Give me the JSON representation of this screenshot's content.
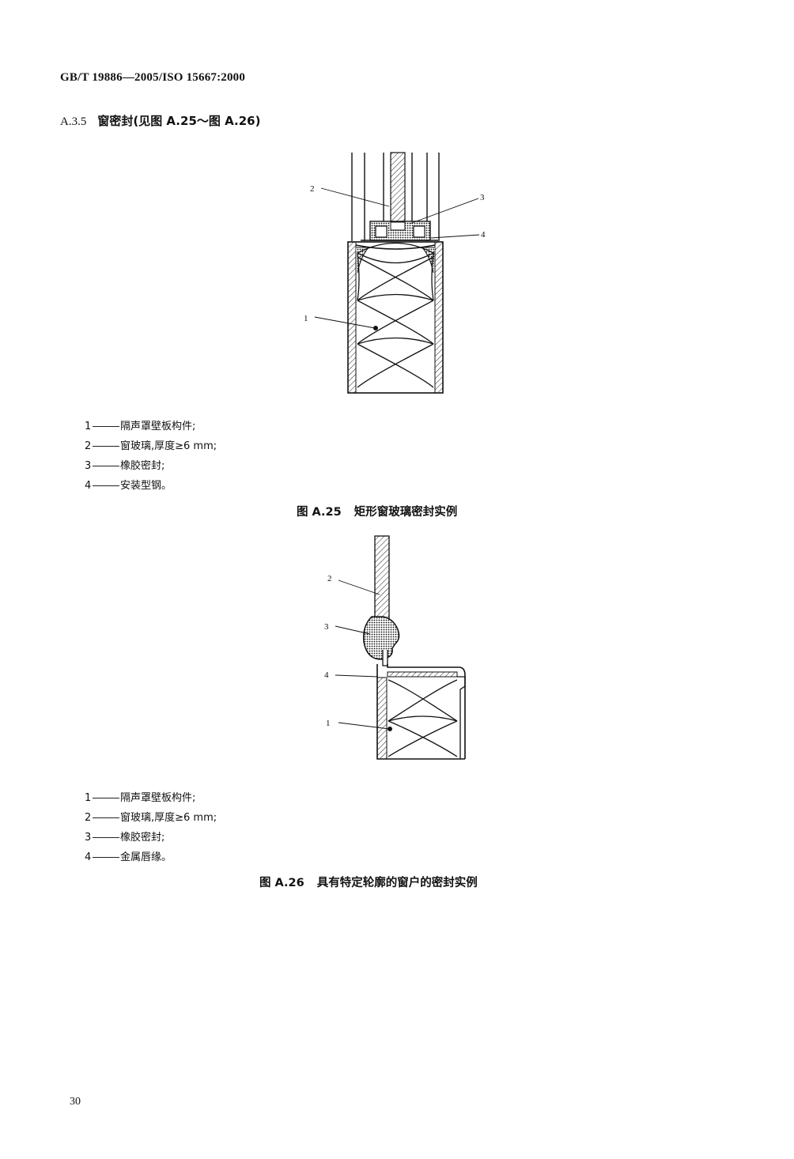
{
  "header": "GB/T 19886—2005/ISO 15667:2000",
  "section": {
    "number": "A.3.5",
    "title": "窗密封(见图 A.25～图 A.26)"
  },
  "figure1": {
    "callouts": [
      "1",
      "2",
      "3",
      "4"
    ],
    "legend": [
      {
        "n": "1",
        "text": "隔声罩壁板构件;"
      },
      {
        "n": "2",
        "text": "窗玻璃,厚度≥6 mm;"
      },
      {
        "n": "3",
        "text": "橡胶密封;"
      },
      {
        "n": "4",
        "text": "安装型钢。"
      }
    ],
    "caption_id": "图 A.25",
    "caption_text": "矩形窗玻璃密封实例"
  },
  "figure2": {
    "callouts": [
      "1",
      "2",
      "3",
      "4"
    ],
    "legend": [
      {
        "n": "1",
        "text": "隔声罩壁板构件;"
      },
      {
        "n": "2",
        "text": "窗玻璃,厚度≥6 mm;"
      },
      {
        "n": "3",
        "text": "橡胶密封;"
      },
      {
        "n": "4",
        "text": "金属唇缘。"
      }
    ],
    "caption_id": "图 A.26",
    "caption_text": "具有特定轮廓的窗户的密封实例"
  },
  "page_number": "30"
}
